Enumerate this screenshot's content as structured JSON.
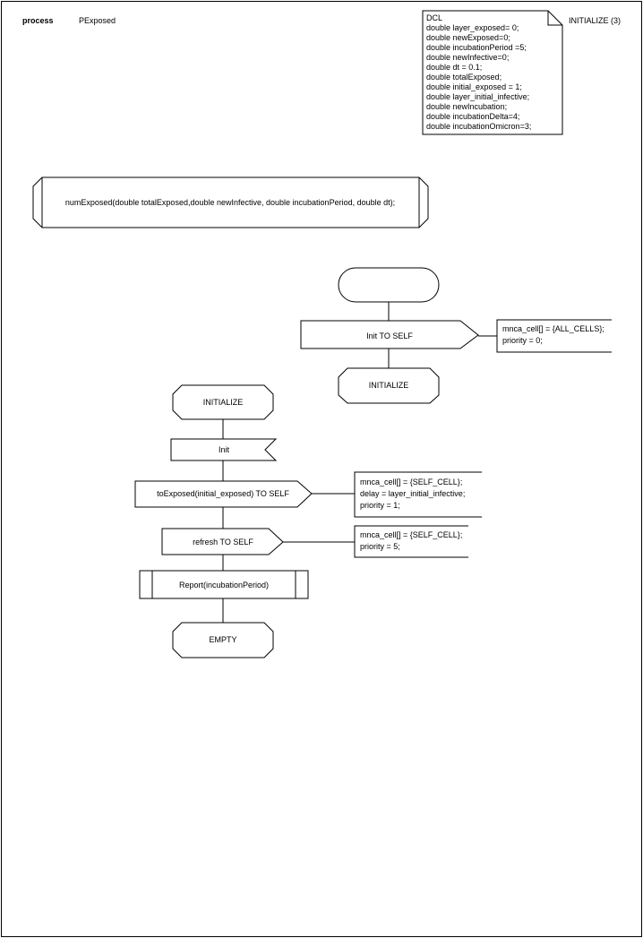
{
  "header": {
    "keyword": "process",
    "process_name": "PExposed",
    "page_label": "INITIALIZE (3)"
  },
  "dcl": {
    "lines": [
      "DCL",
      "double layer_exposed= 0;",
      "double newExposed=0;",
      "double incubationPeriod =5;",
      "double newInfective=0;",
      "double dt = 0.1;",
      "double totalExposed;",
      "double initial_exposed = 1;",
      "double layer_initial_infective;",
      "double newIncubation;",
      "double incubationDelta=4;",
      "double incubationOmicron=3;"
    ]
  },
  "procedure": {
    "signature": "numExposed(double totalExposed,double newInfective, double incubationPeriod, double dt);"
  },
  "start_flow": {
    "start_label": "",
    "output_label": "Init TO SELF",
    "output_comment": [
      "mnca_cell[] = {ALL_CELLS};",
      "priority = 0;"
    ],
    "next_state": "INITIALIZE"
  },
  "init_flow": {
    "state": "INITIALIZE",
    "input_label": "Init",
    "output1_label": "toExposed(initial_exposed) TO SELF",
    "output1_comment": [
      "mnca_cell[] = {SELF_CELL};",
      "delay = layer_initial_infective;",
      "priority = 1;"
    ],
    "output2_label": "refresh TO SELF",
    "output2_comment": [
      "mnca_cell[] = {SELF_CELL};",
      "priority = 5;"
    ],
    "procedure_call": "Report(incubationPeriod)",
    "next_state": "EMPTY"
  }
}
